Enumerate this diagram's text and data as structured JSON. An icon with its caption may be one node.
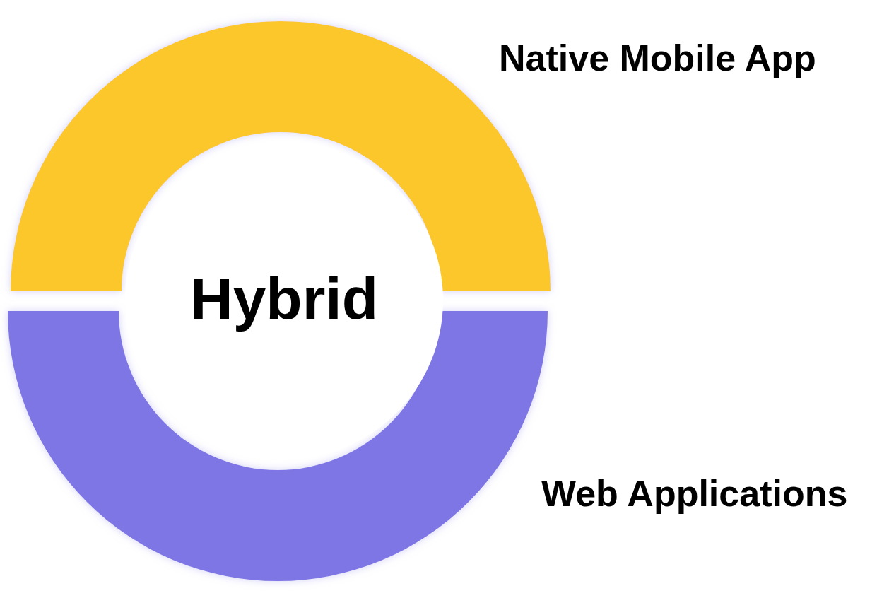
{
  "diagram": {
    "nodes": [
      {
        "text": [
          "Native Mobile App"
        ]
      },
      {
        "text": [
          "Web Applications"
        ]
      },
      {
        "text": [
          "Hybrid"
        ]
      }
    ]
  }
}
